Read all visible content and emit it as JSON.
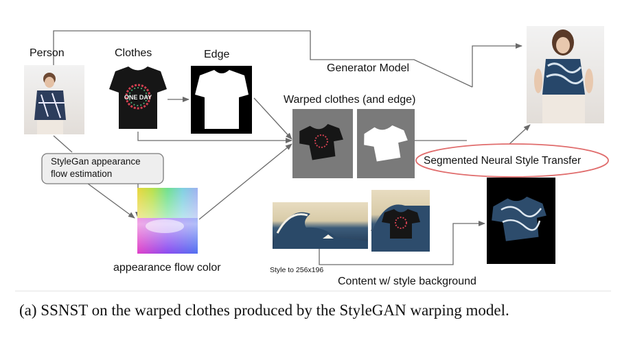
{
  "labels": {
    "person": "Person",
    "clothes": "Clothes",
    "edge": "Edge",
    "generator": "Generator Model",
    "warped": "Warped clothes (and edge)",
    "stylegan": [
      "StyleGan appearance",
      "flow estimation"
    ],
    "snst": "Segmented Neural Style Transfer",
    "flow_color": "appearance flow color",
    "style_to": "Style to 256x196",
    "content_bg": "Content w/ style background"
  },
  "tshirt_print": "ONE DAY",
  "caption": "(a) SSNST on the warped clothes produced by the StyleGAN warping model.",
  "colors": {
    "arrow": "#6a6a6a",
    "ellipse": "#e06c6c",
    "gray_panel": "#7a7a7a",
    "stylegan_box": "#eeeeee"
  }
}
